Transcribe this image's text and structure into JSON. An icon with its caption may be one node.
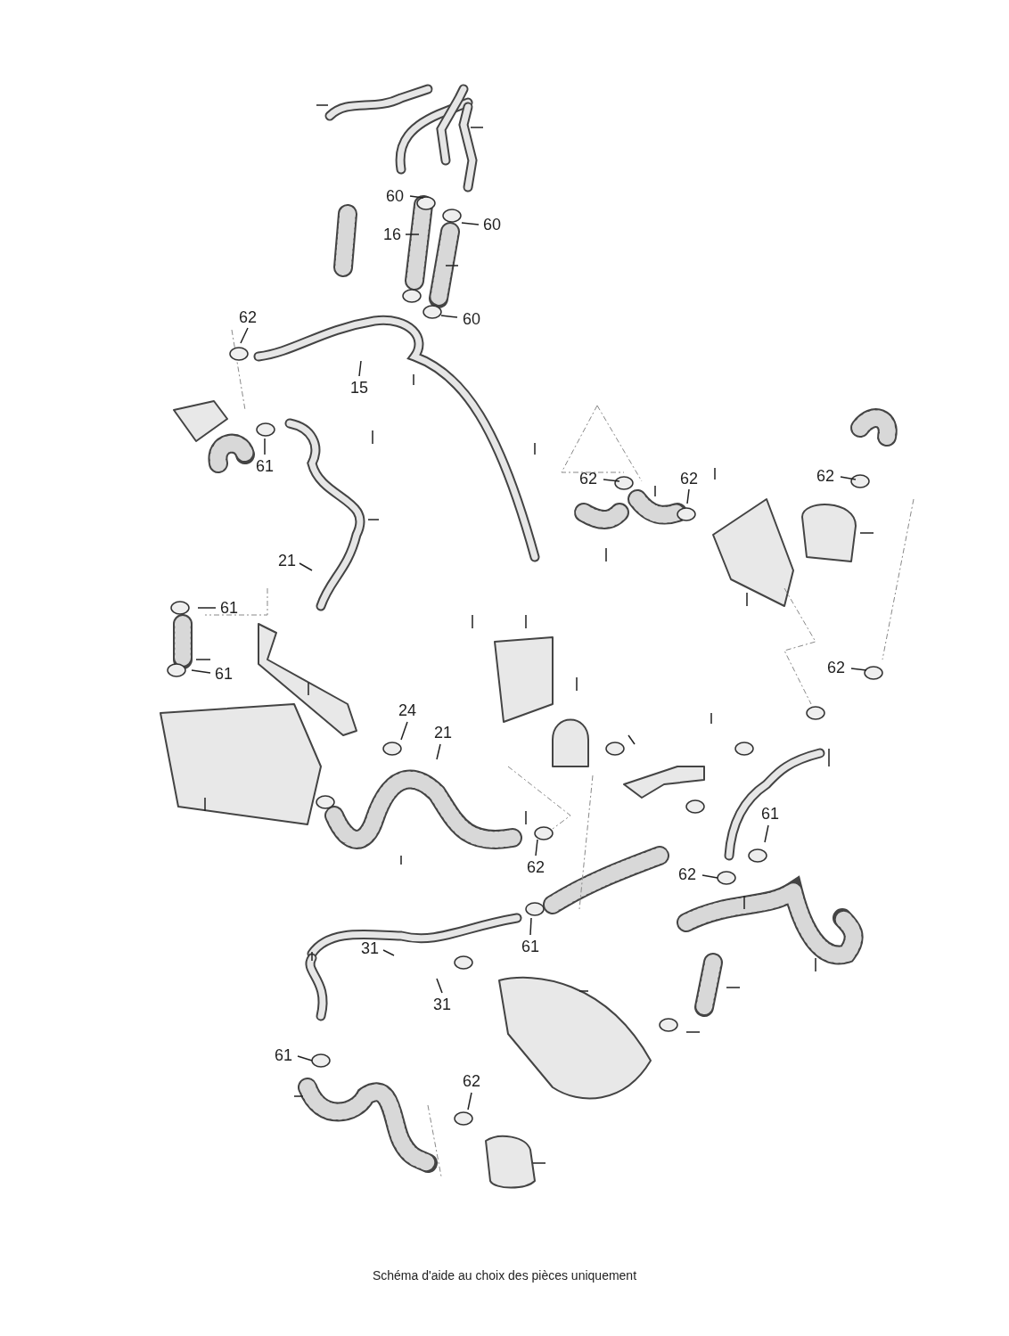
{
  "diagram": {
    "caption": "Schéma d'aide au choix des pièces uniquement",
    "nodes": [
      {
        "text": [
          "60"
        ]
      },
      {
        "text": [
          "60"
        ]
      },
      {
        "text": [
          "16"
        ]
      },
      {
        "text": [
          "62"
        ]
      },
      {
        "text": [
          "60"
        ]
      },
      {
        "text": [
          "15"
        ]
      },
      {
        "text": [
          "62"
        ]
      },
      {
        "text": [
          "62"
        ]
      },
      {
        "text": [
          "62"
        ]
      },
      {
        "text": [
          "61"
        ]
      },
      {
        "text": [
          "21"
        ]
      },
      {
        "text": [
          "61"
        ]
      },
      {
        "text": [
          "61"
        ]
      },
      {
        "text": [
          "62"
        ]
      },
      {
        "text": [
          "24"
        ]
      },
      {
        "text": [
          "21"
        ]
      },
      {
        "text": [
          "61"
        ]
      },
      {
        "text": [
          "62"
        ]
      },
      {
        "text": [
          "62"
        ]
      },
      {
        "text": [
          "61"
        ]
      },
      {
        "text": [
          "31"
        ]
      },
      {
        "text": [
          "31"
        ]
      },
      {
        "text": [
          "61"
        ]
      },
      {
        "text": [
          "62"
        ]
      }
    ],
    "edges": [
      {
        "from": 0,
        "to": null,
        "arrow": "none"
      },
      {
        "from": 1,
        "to": null,
        "arrow": "none"
      },
      {
        "from": 2,
        "to": null,
        "arrow": "none"
      },
      {
        "from": 3,
        "to": null,
        "arrow": "none"
      },
      {
        "from": 4,
        "to": null,
        "arrow": "none"
      },
      {
        "from": 5,
        "to": null,
        "arrow": "none"
      },
      {
        "from": 6,
        "to": null,
        "arrow": "none"
      },
      {
        "from": 7,
        "to": null,
        "arrow": "none"
      },
      {
        "from": 8,
        "to": null,
        "arrow": "none"
      },
      {
        "from": 9,
        "to": null,
        "arrow": "none"
      },
      {
        "from": 10,
        "to": null,
        "arrow": "none"
      },
      {
        "from": 11,
        "to": null,
        "arrow": "none"
      },
      {
        "from": 12,
        "to": null,
        "arrow": "none"
      },
      {
        "from": 13,
        "to": null,
        "arrow": "none"
      },
      {
        "from": 14,
        "to": null,
        "arrow": "none"
      },
      {
        "from": 15,
        "to": null,
        "arrow": "none"
      },
      {
        "from": 16,
        "to": null,
        "arrow": "none"
      },
      {
        "from": 17,
        "to": null,
        "arrow": "none"
      },
      {
        "from": 18,
        "to": null,
        "arrow": "none"
      },
      {
        "from": 19,
        "to": null,
        "arrow": "none"
      },
      {
        "from": 20,
        "to": null,
        "arrow": "none"
      },
      {
        "from": 21,
        "to": null,
        "arrow": "none"
      },
      {
        "from": 22,
        "to": null,
        "arrow": "none"
      },
      {
        "from": 23,
        "to": null,
        "arrow": "none"
      }
    ]
  }
}
